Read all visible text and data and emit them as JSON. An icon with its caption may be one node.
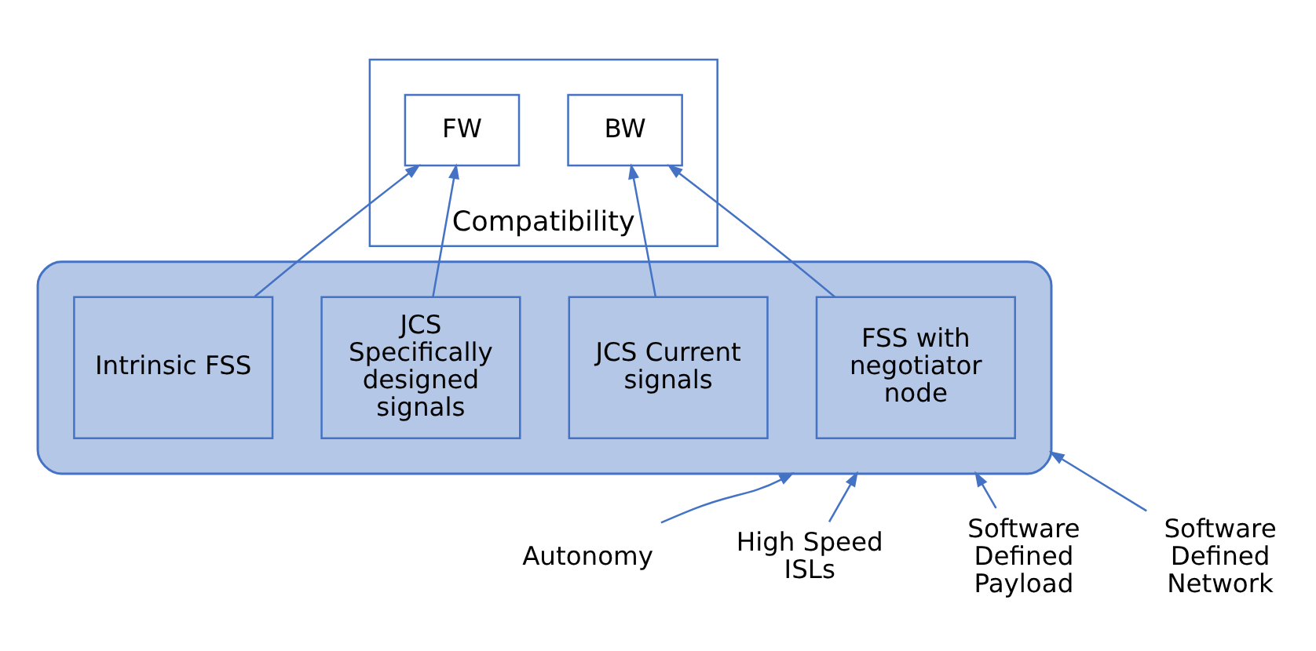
{
  "diagram": {
    "nodes": [
      {
        "text": [
          "Compatibility"
        ]
      },
      {
        "text": [
          "BW"
        ],
        "in": 0
      },
      {
        "text": [
          "FW"
        ],
        "in": 0
      },
      {
        "text": [],
        "shape": "ellipse"
      },
      {
        "text": [
          "FSS with negotiator node"
        ],
        "in": 3
      },
      {
        "text": [
          "Intrinsic FSS"
        ],
        "in": 3
      },
      {
        "text": [
          "JCS Current signals"
        ],
        "in": 3
      },
      {
        "text": [
          "JCS Specifically designed signals"
        ],
        "in": 3
      },
      {
        "text": [
          "Autonomy"
        ]
      },
      {
        "text": [
          "High Speed ISLs"
        ]
      },
      {
        "text": [
          "Software Defined Payload"
        ]
      },
      {
        "text": [
          "Software Defined Network"
        ]
      }
    ],
    "edges": [
      {
        "from": 4,
        "to": 1,
        "arrow": "to"
      },
      {
        "from": 5,
        "to": 2,
        "arrow": "to"
      },
      {
        "from": 6,
        "to": 1,
        "arrow": "to"
      },
      {
        "from": 7,
        "to": 2,
        "arrow": "to"
      },
      {
        "from": 8,
        "to": 3,
        "arrow": "to"
      },
      {
        "from": 9,
        "to": 3,
        "arrow": "to"
      },
      {
        "from": 10,
        "to": 3,
        "arrow": "to"
      },
      {
        "from": 11,
        "to": 3,
        "arrow": "to"
      }
    ]
  }
}
